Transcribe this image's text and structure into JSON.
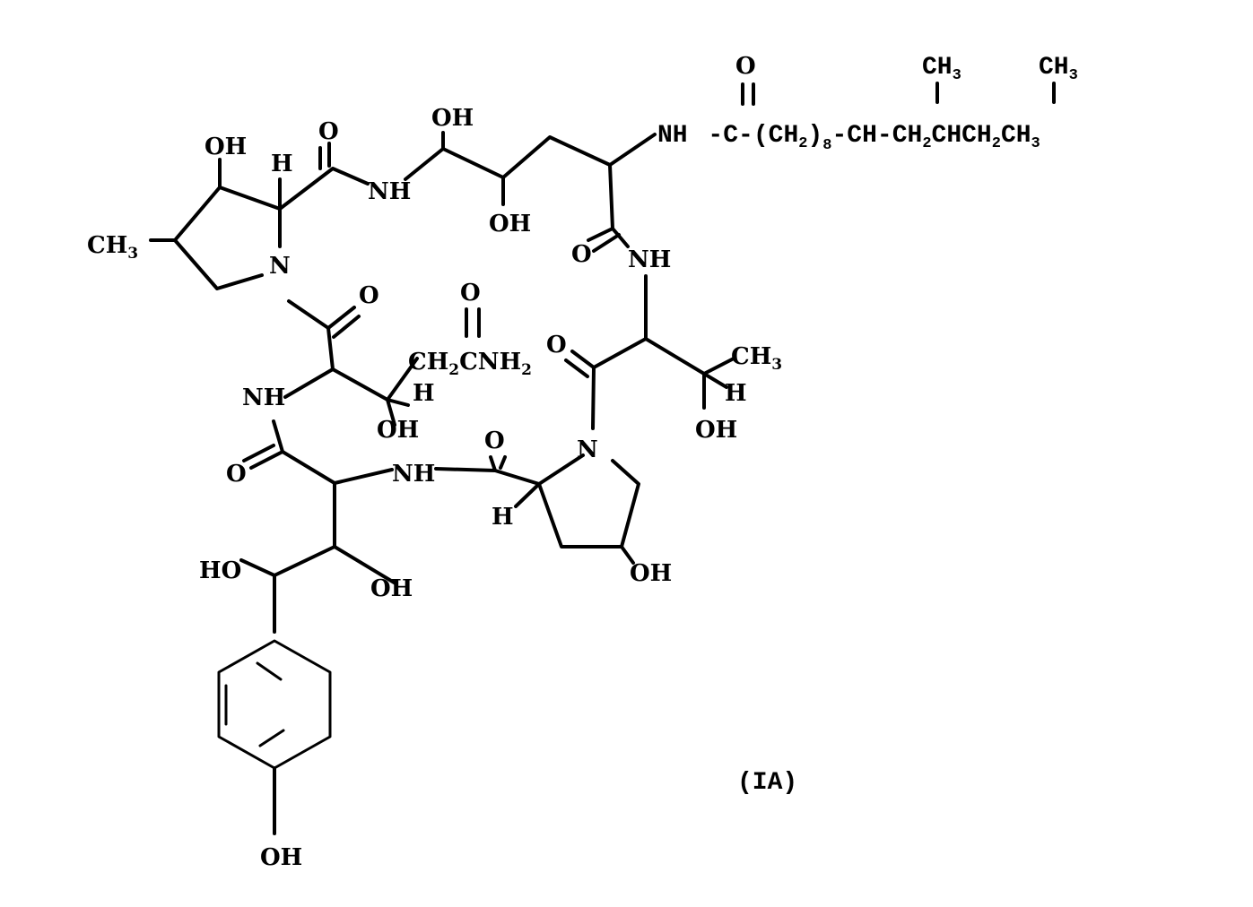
{
  "figure": {
    "compound_label": "(IA)",
    "side_chain": {
      "amide_nh": "NH",
      "carbonyl_o": "O",
      "carbonyl_c": "-C-",
      "methylene_group": "(CH",
      "methylene_sub": "2",
      "methylene_close": ")",
      "methylene_count": "8",
      "ch1": "-CH-",
      "ch2a": "CH",
      "ch2a_sub": "2",
      "chch2": "CHCH",
      "chch2_sub": "2",
      "terminal": "CH",
      "terminal_sub": "3",
      "branch_methyl_1": "CH",
      "branch_methyl_1_sub": "3",
      "branch_methyl_2": "CH",
      "branch_methyl_2_sub": "3"
    },
    "labels": {
      "oh_a": "OH",
      "h_a": "H",
      "o_a": "O",
      "nh_a": "NH",
      "oh_b": "OH",
      "oh_c": "OH",
      "ch3_a": "CH",
      "ch3_a_sub": "3",
      "n_a": "N",
      "o_b": "O",
      "o_c": "O",
      "nh_b": "NH",
      "o_d": "O",
      "ch2cnh2": "CH",
      "ch2cnh2_sub1": "2",
      "ch2cnh2_mid": "CNH",
      "ch2cnh2_sub2": "2",
      "o_e": "O",
      "ch3_b": "CH",
      "ch3_b_sub": "3",
      "nh_c": "NH",
      "h_b": "H",
      "oh_d": "OH",
      "h_c": "H",
      "oh_e": "OH",
      "n_b": "N",
      "o_f": "O",
      "nh_d": "NH",
      "o_g": "O",
      "h_d": "H",
      "oh_f": "OH",
      "ho_a": "HO",
      "oh_g": "OH",
      "oh_h": "OH"
    }
  }
}
